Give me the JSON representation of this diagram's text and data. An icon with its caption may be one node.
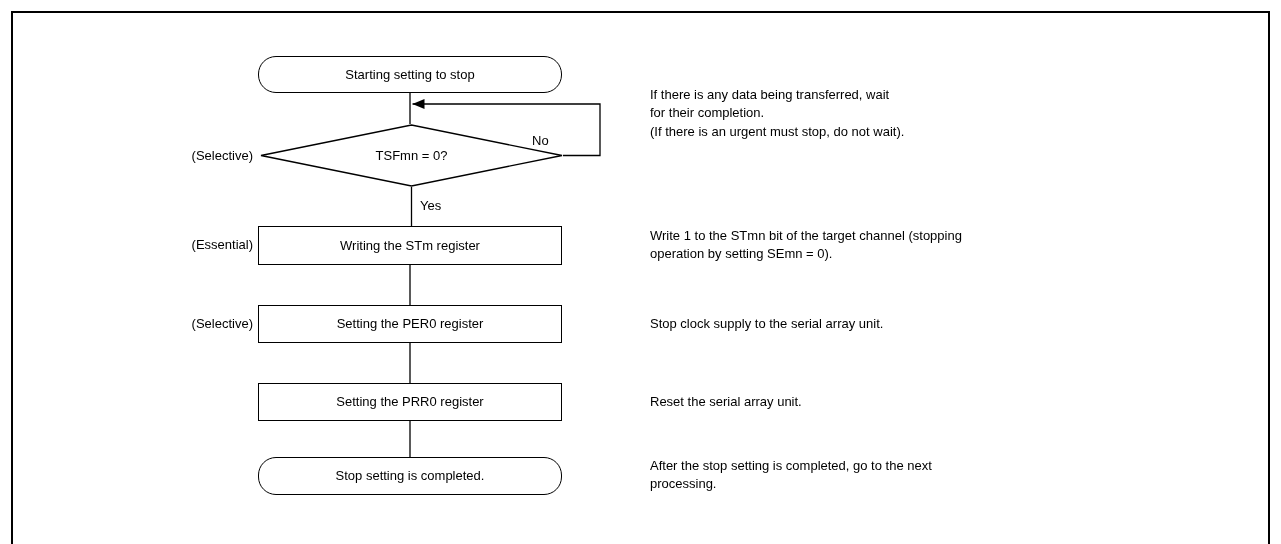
{
  "diagram": {
    "nodes": [
      {
        "text": [
          "Starting setting to stop"
        ]
      },
      {
        "text": [
          "TSFmn = 0?"
        ],
        "beside": [
          "(Selective)"
        ]
      },
      {
        "text": [
          "Writing the STm register"
        ],
        "beside": [
          "(Essential)"
        ]
      },
      {
        "text": [
          "Setting the PER0 register"
        ],
        "beside": [
          "(Selective)"
        ]
      },
      {
        "text": [
          "Setting the PRR0 register"
        ]
      },
      {
        "text": [
          "Stop setting is completed."
        ]
      }
    ],
    "edges": [
      {
        "from": 0,
        "to": 1,
        "arrow": "none"
      },
      {
        "from": 1,
        "to": 1,
        "arrow": "to",
        "label": "No"
      },
      {
        "from": 1,
        "to": 2,
        "arrow": "none",
        "label": "Yes"
      },
      {
        "from": 2,
        "to": 3,
        "arrow": "none"
      },
      {
        "from": 3,
        "to": 4,
        "arrow": "none"
      },
      {
        "from": 4,
        "to": 5,
        "arrow": "none"
      }
    ],
    "labels": [
      "If there is any data being transferred, wait for their completion.",
      "(If there is an urgent must stop, do not wait).",
      "Write 1 to the STmn bit of the target channel (stopping operation by setting SEmn = 0).",
      "Stop clock supply to the serial array unit.",
      "Reset the serial array unit.",
      "After the stop setting is completed, go to the next processing."
    ]
  }
}
